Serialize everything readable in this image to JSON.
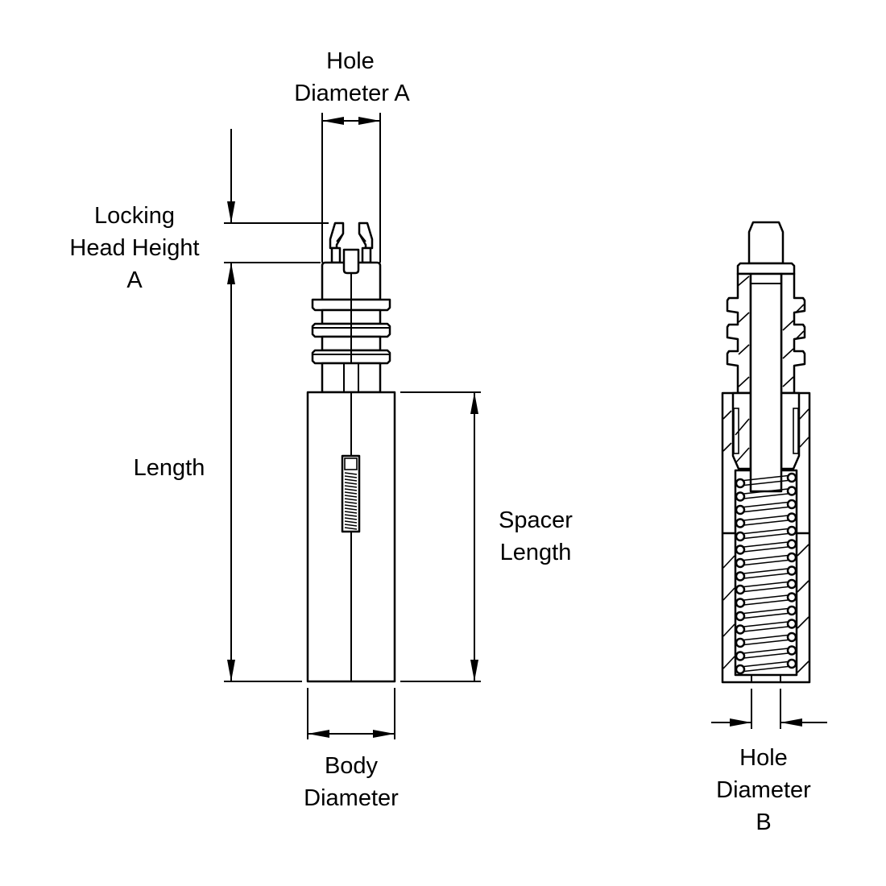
{
  "diagram": {
    "title": "Locking spacer with spring (side view and cross-section)",
    "stroke_color": "#000000",
    "background_color": "#ffffff",
    "views": [
      "side-view",
      "cross-section-view"
    ],
    "labels": {
      "hole_diameter_a": [
        "Hole",
        "Diameter A"
      ],
      "locking_head_height_a": [
        "Locking",
        "Head Height",
        "A"
      ],
      "length": [
        "Length"
      ],
      "spacer_length": [
        "Spacer",
        "Length"
      ],
      "body_diameter": [
        "Body",
        "Diameter"
      ],
      "hole_diameter_b": [
        "Hole",
        "Diameter",
        "B"
      ]
    }
  }
}
